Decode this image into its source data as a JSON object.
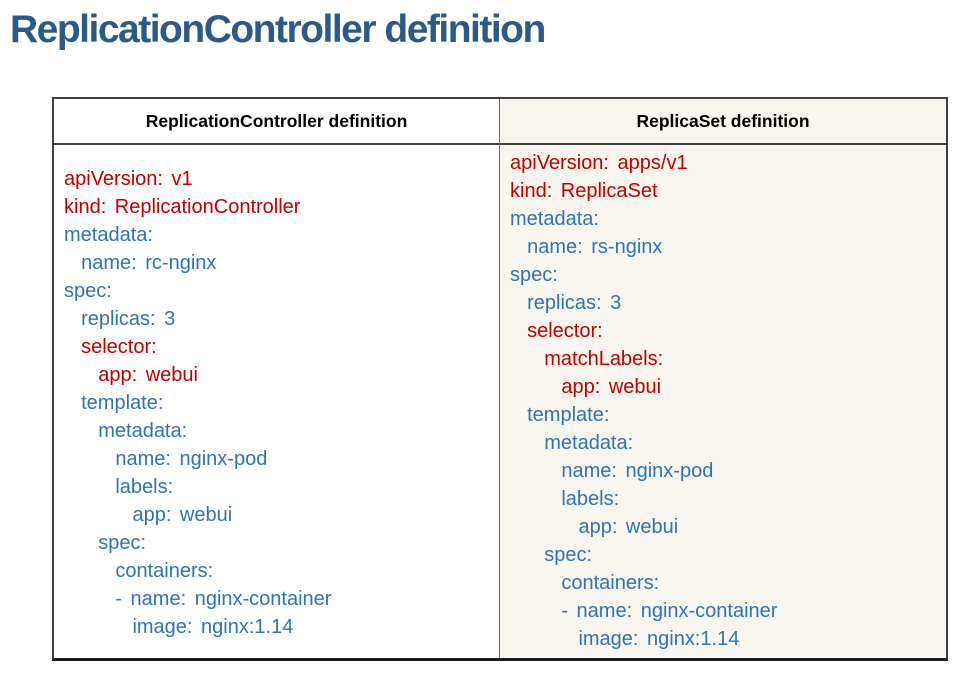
{
  "page": {
    "title": "ReplicationController definition"
  },
  "colors": {
    "red": "#c00000",
    "blue": "#2e74b5",
    "title": "#2b5a88",
    "border": "#3f3f3f",
    "divider": "#6a6a6a",
    "right-bg": "#f8f6ee"
  },
  "table": {
    "columns": [
      {
        "header": "ReplicationController definition",
        "lines": [
          {
            "text": "apiVersion: v1",
            "color": "red"
          },
          {
            "text": "kind: ReplicationController",
            "color": "red"
          },
          {
            "text": "metadata:",
            "color": "blue"
          },
          {
            "text": "  name: rc-nginx",
            "color": "blue"
          },
          {
            "text": "spec:",
            "color": "blue"
          },
          {
            "text": "  replicas: 3",
            "color": "blue"
          },
          {
            "text": "  selector:",
            "color": "red"
          },
          {
            "text": "    app: webui",
            "color": "red"
          },
          {
            "text": "  template:",
            "color": "blue"
          },
          {
            "text": "    metadata:",
            "color": "blue"
          },
          {
            "text": "      name: nginx-pod",
            "color": "blue"
          },
          {
            "text": "      labels:",
            "color": "blue"
          },
          {
            "text": "        app: webui",
            "color": "blue"
          },
          {
            "text": "    spec:",
            "color": "blue"
          },
          {
            "text": "      containers:",
            "color": "blue"
          },
          {
            "text": "      - name: nginx-container",
            "color": "blue"
          },
          {
            "text": "        image: nginx:1.14",
            "color": "blue"
          }
        ]
      },
      {
        "header": "ReplicaSet definition",
        "lines": [
          {
            "text": "apiVersion: apps/v1",
            "color": "red"
          },
          {
            "text": "kind: ReplicaSet",
            "color": "red"
          },
          {
            "text": "metadata:",
            "color": "blue"
          },
          {
            "text": "  name: rs-nginx",
            "color": "blue"
          },
          {
            "text": "spec:",
            "color": "blue"
          },
          {
            "text": "  replicas: 3",
            "color": "blue"
          },
          {
            "text": "  selector:",
            "color": "red"
          },
          {
            "text": "    matchLabels:",
            "color": "red"
          },
          {
            "text": "      app: webui",
            "color": "red"
          },
          {
            "text": "  template:",
            "color": "blue"
          },
          {
            "text": "    metadata:",
            "color": "blue"
          },
          {
            "text": "      name: nginx-pod",
            "color": "blue"
          },
          {
            "text": "      labels:",
            "color": "blue"
          },
          {
            "text": "        app: webui",
            "color": "blue"
          },
          {
            "text": "    spec:",
            "color": "blue"
          },
          {
            "text": "      containers:",
            "color": "blue"
          },
          {
            "text": "      - name: nginx-container",
            "color": "blue"
          },
          {
            "text": "        image: nginx:1.14",
            "color": "blue"
          }
        ]
      }
    ]
  }
}
